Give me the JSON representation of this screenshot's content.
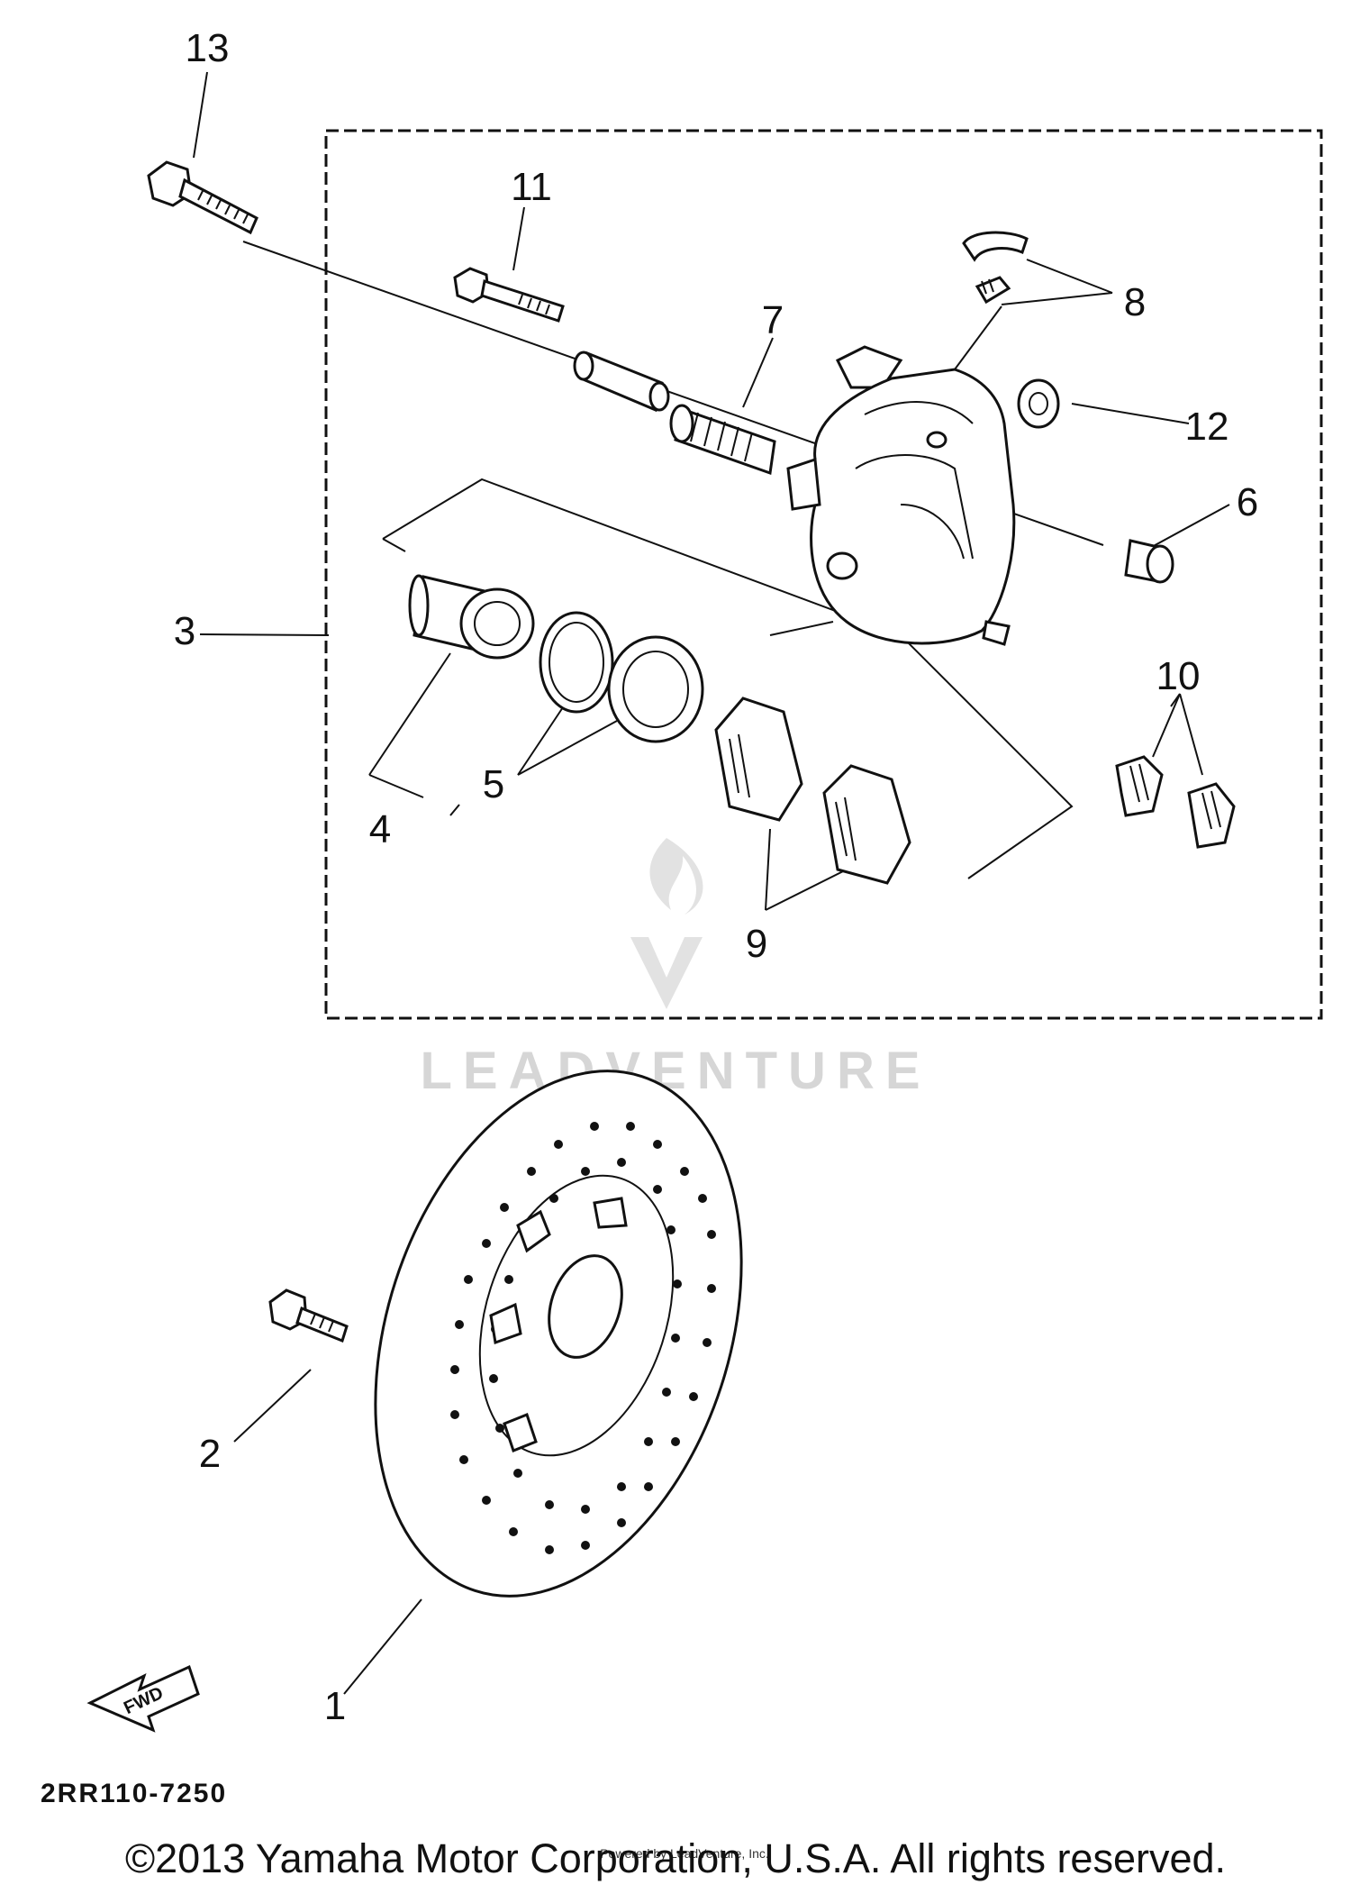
{
  "callouts": {
    "c1": "1",
    "c2": "2",
    "c3": "3",
    "c4": "4",
    "c5": "5",
    "c6": "6",
    "c7": "7",
    "c8": "8",
    "c9": "9",
    "c10": "10",
    "c11": "11",
    "c12": "12",
    "c13": "13"
  },
  "fwd_label": "FWD",
  "diagram_code": "2RR110-7250",
  "watermark": "LEADVENTURE",
  "powered_by": "Powered by LeadVenture, Inc.",
  "copyright": "©2013 Yamaha Motor Corporation, U.S.A. All rights reserved."
}
